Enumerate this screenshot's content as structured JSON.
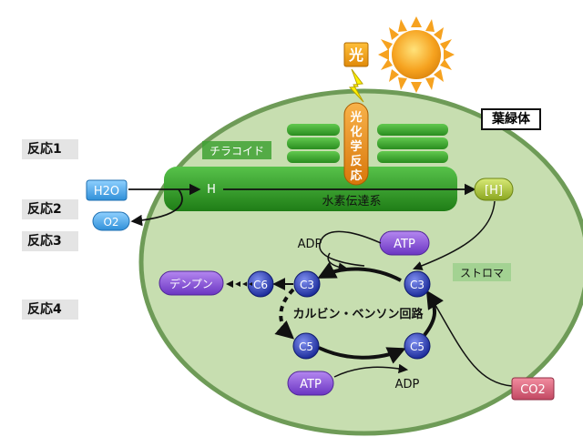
{
  "reaction_labels": [
    "反応1",
    "反応2",
    "反応3",
    "反応4"
  ],
  "chloroplast_label": "葉緑体",
  "light_label": "光",
  "photoreaction_label": "光化学反応",
  "thylakoid_label": "チラコイド",
  "stroma_label": "ストロマ",
  "electron_transport_label": "水素伝達系",
  "calvin_cycle_label": "カルビン・ベンソン回路",
  "molecules": {
    "h2o": "H2O",
    "o2": "O2",
    "h": "H",
    "h_carrier": "[H]",
    "co2": "CO2",
    "starch": "デンプン",
    "atp_top": "ATP",
    "atp_bottom": "ATP",
    "adp_top": "ADP",
    "adp_bottom": "ADP",
    "c3_left": "C3",
    "c3_right": "C3",
    "c5_left": "C5",
    "c5_right": "C5",
    "c6": "C6"
  },
  "colors": {
    "chloroplast_fill": "#c7deb0",
    "chloroplast_border": "#6e9b57",
    "thylakoid_green": "#2e9e22",
    "light_orange": "#ef9a1a",
    "lightning_yellow": "#fff200",
    "h2o_blue": "#4aa8e8",
    "h_carrier_olive": "#a9c23a",
    "atp_purple": "#8c4fd8",
    "starch_purple": "#7a52c9",
    "carbon_blue": "#2a3fb8",
    "co2_pink": "#d9607a",
    "label_gray": "#e4e4e4",
    "sun_orange": "#f5a623"
  }
}
